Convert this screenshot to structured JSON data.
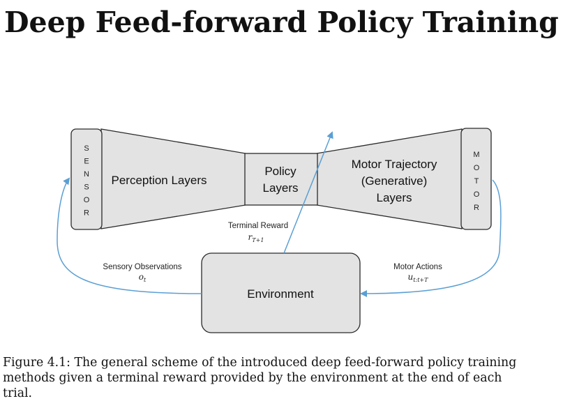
{
  "title": "Deep Feed-forward Policy Training",
  "diagram": {
    "sensor_label": "SENSOR",
    "motor_label": "MOTOR",
    "perception_label": "Perception Layers",
    "policy_label_line1": "Policy",
    "policy_label_line2": "Layers",
    "motor_traj_line1": "Motor Trajectory",
    "motor_traj_line2": "(Generative)",
    "motor_traj_line3": "Layers",
    "environment_label": "Environment",
    "terminal_reward_label": "Terminal Reward",
    "terminal_reward_var": "r",
    "terminal_reward_sub": "T+1",
    "sensory_obs_label": "Sensory Observations",
    "sensory_obs_var": "o",
    "sensory_obs_sub": "t",
    "motor_actions_label": "Motor Actions",
    "motor_actions_var": "u",
    "motor_actions_sub": "t:t+T",
    "colors": {
      "box_fill": "#e3e3e3",
      "box_stroke": "#2a2a2a",
      "arrow": "#5a9fd4"
    }
  },
  "caption": {
    "line1": "Figure 4.1: The general scheme of the introduced deep feed-forward policy training",
    "line2": "methods given a terminal reward provided by the environment at the end of each",
    "line3": "trial."
  }
}
